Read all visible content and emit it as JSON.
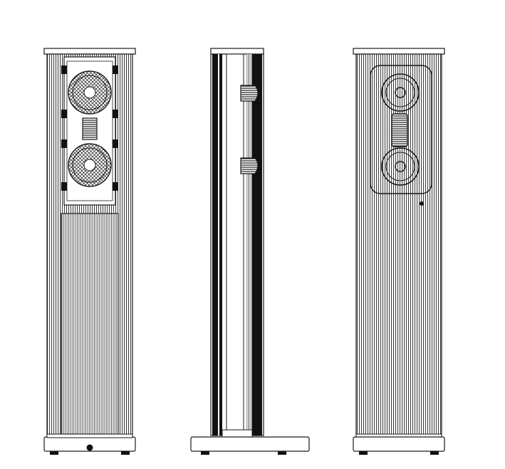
{
  "drawing": {
    "views": [
      {
        "id": "front-grille-removed"
      },
      {
        "id": "side"
      },
      {
        "id": "front-grille-on"
      }
    ],
    "colors": {
      "line": "#1a1a1a",
      "background": "#ffffff",
      "dark_fill": "#111111",
      "mid_fill": "#6b6b6b"
    },
    "icons": [
      "speaker-cone-icon",
      "tweeter-icon",
      "logo-badge-icon"
    ]
  }
}
